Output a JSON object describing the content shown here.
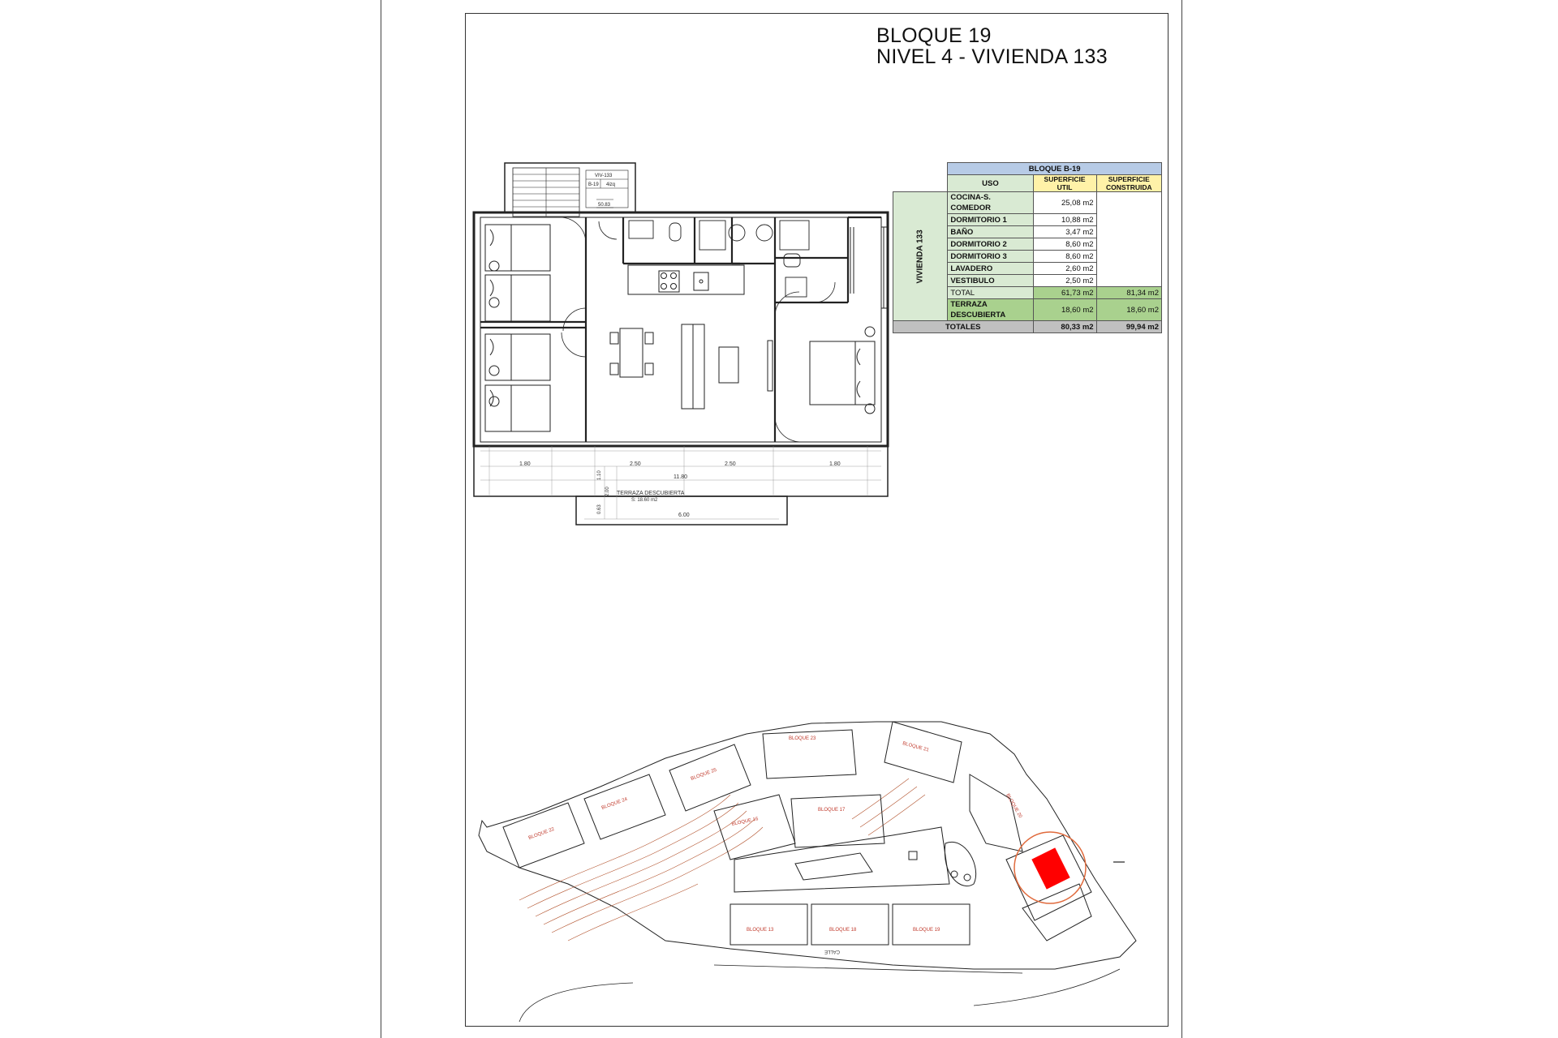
{
  "title": {
    "line1": "BLOQUE 19",
    "line2": "NIVEL 4 - VIVIENDA 133"
  },
  "plan": {
    "stair_box": {
      "line1": "VIV-133",
      "line2a": "B-19",
      "line2b": "4izq",
      "line3": "50.83"
    },
    "dimensions": {
      "d1": "1.80",
      "d2": "2.50",
      "d3": "2.50",
      "d4": "1.80",
      "total": "11.80",
      "small1": "1.10",
      "small2": "2.00",
      "small3": "0.63",
      "lower": "6.00"
    },
    "terrace_label": "TERRAZA DESCUBIERTA",
    "terrace_area": "S: 18.60 m2"
  },
  "area_table": {
    "block_header": "BLOQUE B-19",
    "col_uso": "USO",
    "col_util": "SUPERFICIE UTIL",
    "col_construida": "SUPERFICIE CONSTRUIDA",
    "unit_label": "VIVIENDA 133",
    "rows": [
      {
        "uso": "COCINA-S. COMEDOR",
        "util": "25,08 m2"
      },
      {
        "uso": "DORMITORIO 1",
        "util": "10,88 m2"
      },
      {
        "uso": "BAÑO",
        "util": "3,47 m2"
      },
      {
        "uso": "DORMITORIO 2",
        "util": "8,60 m2"
      },
      {
        "uso": "DORMITORIO 3",
        "util": "8,60 m2"
      },
      {
        "uso": "LAVADERO",
        "util": "2,60 m2"
      },
      {
        "uso": "VESTIBULO",
        "util": "2,50 m2"
      }
    ],
    "total": {
      "uso": "TOTAL",
      "util": "61,73 m2",
      "construida": "81,34 m2"
    },
    "terraza": {
      "uso": "TERRAZA DESCUBIERTA",
      "util": "18,60 m2",
      "construida": "18,60 m2"
    },
    "totales": {
      "uso": "TOTALES",
      "util": "80,33 m2",
      "construida": "99,94 m2"
    }
  },
  "site_plan": {
    "blocks": {
      "b22": "BLOQUE 22",
      "b23": "BLOQUE 23",
      "b24": "BLOQUE 24",
      "b25": "BLOQUE 25",
      "b21": "BLOQUE 21",
      "b20": "BLOQUE 20",
      "b16": "BLOQUE 16",
      "b17": "BLOQUE 17",
      "b13": "BLOQUE 13",
      "b18": "BLOQUE 18",
      "b19": "BLOQUE 19"
    },
    "street": "CALLE",
    "highlight_color": "#ff0000",
    "marker_color": "#e06a3c"
  }
}
